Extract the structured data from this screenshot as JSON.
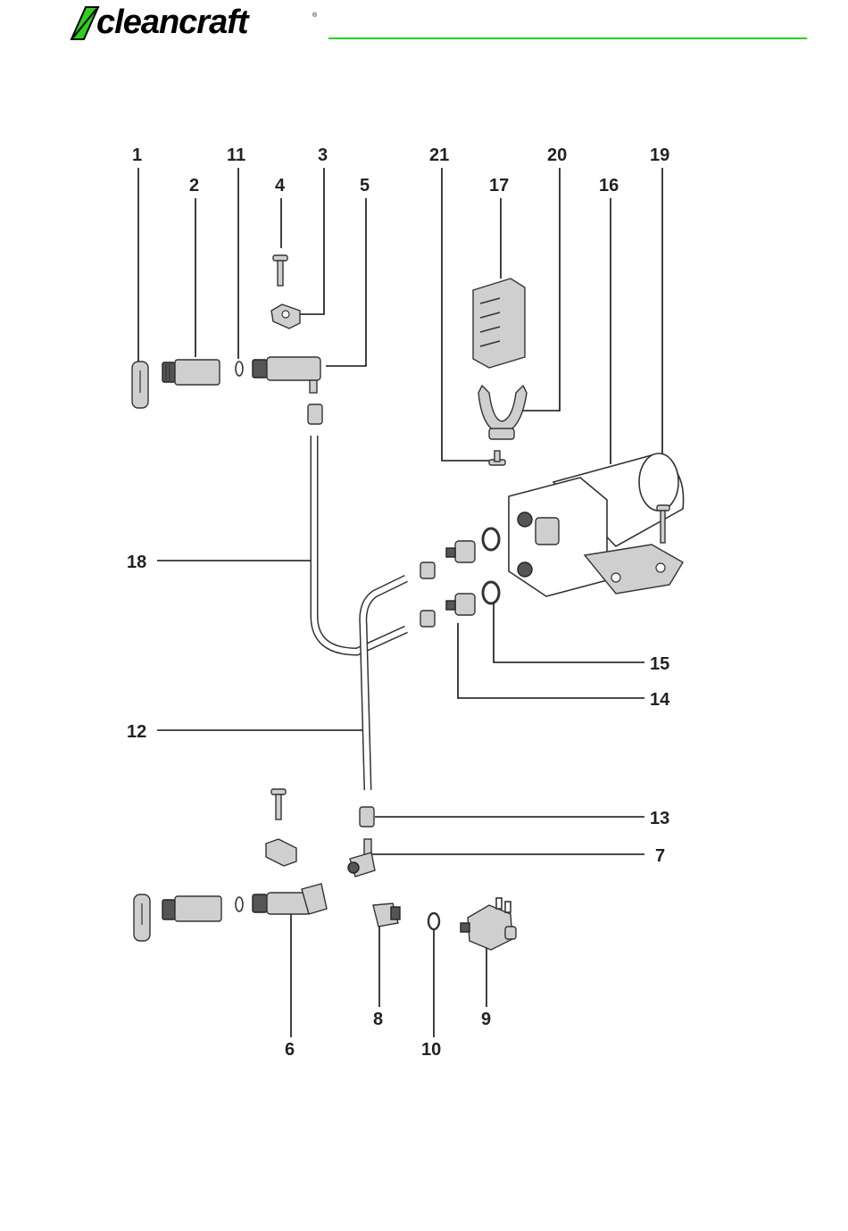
{
  "brand": {
    "name": "cleancraft",
    "registered": "®",
    "accent_color": "#2bd11c"
  },
  "diagram": {
    "part_numbers": {
      "p1": "1",
      "p2": "2",
      "p3": "3",
      "p4": "4",
      "p5": "5",
      "p6": "6",
      "p7": "7",
      "p8": "8",
      "p9": "9",
      "p10": "10",
      "p11": "11",
      "p12": "12",
      "p13": "13",
      "p14": "14",
      "p15": "15",
      "p16": "16",
      "p17": "17",
      "p18": "18",
      "p19": "19",
      "p20": "20",
      "p21": "21"
    }
  }
}
